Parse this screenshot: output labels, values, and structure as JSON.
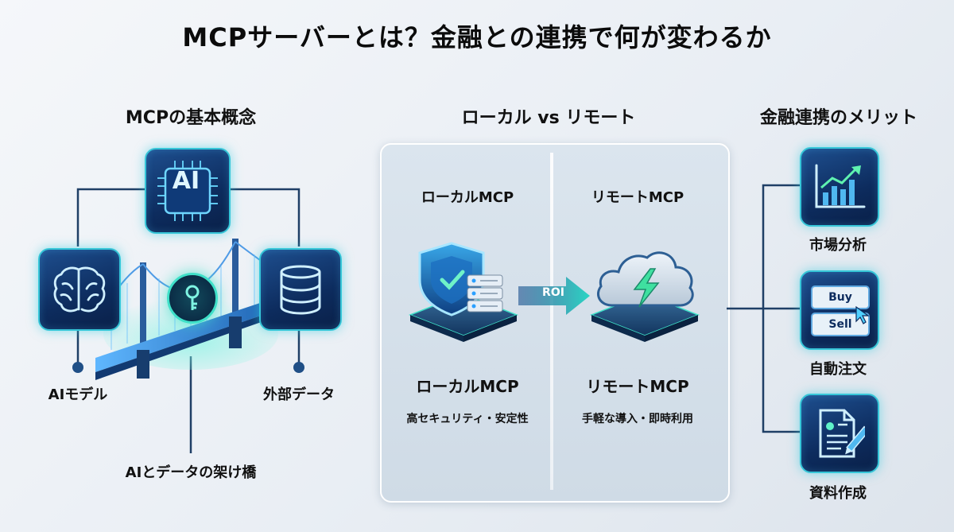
{
  "title": "MCPサーバーとは？金融との連携で何が変わるか",
  "sections": {
    "basic": {
      "title": "MCPの基本概念",
      "ai_chip_text": "AI",
      "ai_model_label": "AIモデル",
      "external_data_label": "外部データ",
      "bridge_label": "AIとデータの架け橋",
      "icons": [
        "ai-chip-icon",
        "brain-icon",
        "database-icon",
        "key-icon",
        "bridge-illustration"
      ]
    },
    "local_remote": {
      "title": "ローカル vs リモート",
      "local": {
        "header": "ローカルMCP",
        "label": "ローカルMCP",
        "description": "高セキュリティ・安定性",
        "icon": "shield-server-icon"
      },
      "remote": {
        "header": "リモートMCP",
        "label": "リモートMCP",
        "description": "手軽な導入・即時利用",
        "icon": "cloud-lightning-icon"
      },
      "arrow_text": "ROI"
    },
    "benefits": {
      "title": "金融連携のメリット",
      "items": [
        {
          "label": "市場分析",
          "icon": "chart-up-icon"
        },
        {
          "label": "自動注文",
          "icon": "buy-sell-icon",
          "buy": "Buy",
          "sell": "Sell"
        },
        {
          "label": "資料作成",
          "icon": "document-pen-icon"
        }
      ]
    }
  },
  "colors": {
    "tile_dark": "#0d2c5e",
    "tile_border": "#36c6d8",
    "connector": "#1f3f66",
    "accent_glow": "#3fe0c8"
  }
}
